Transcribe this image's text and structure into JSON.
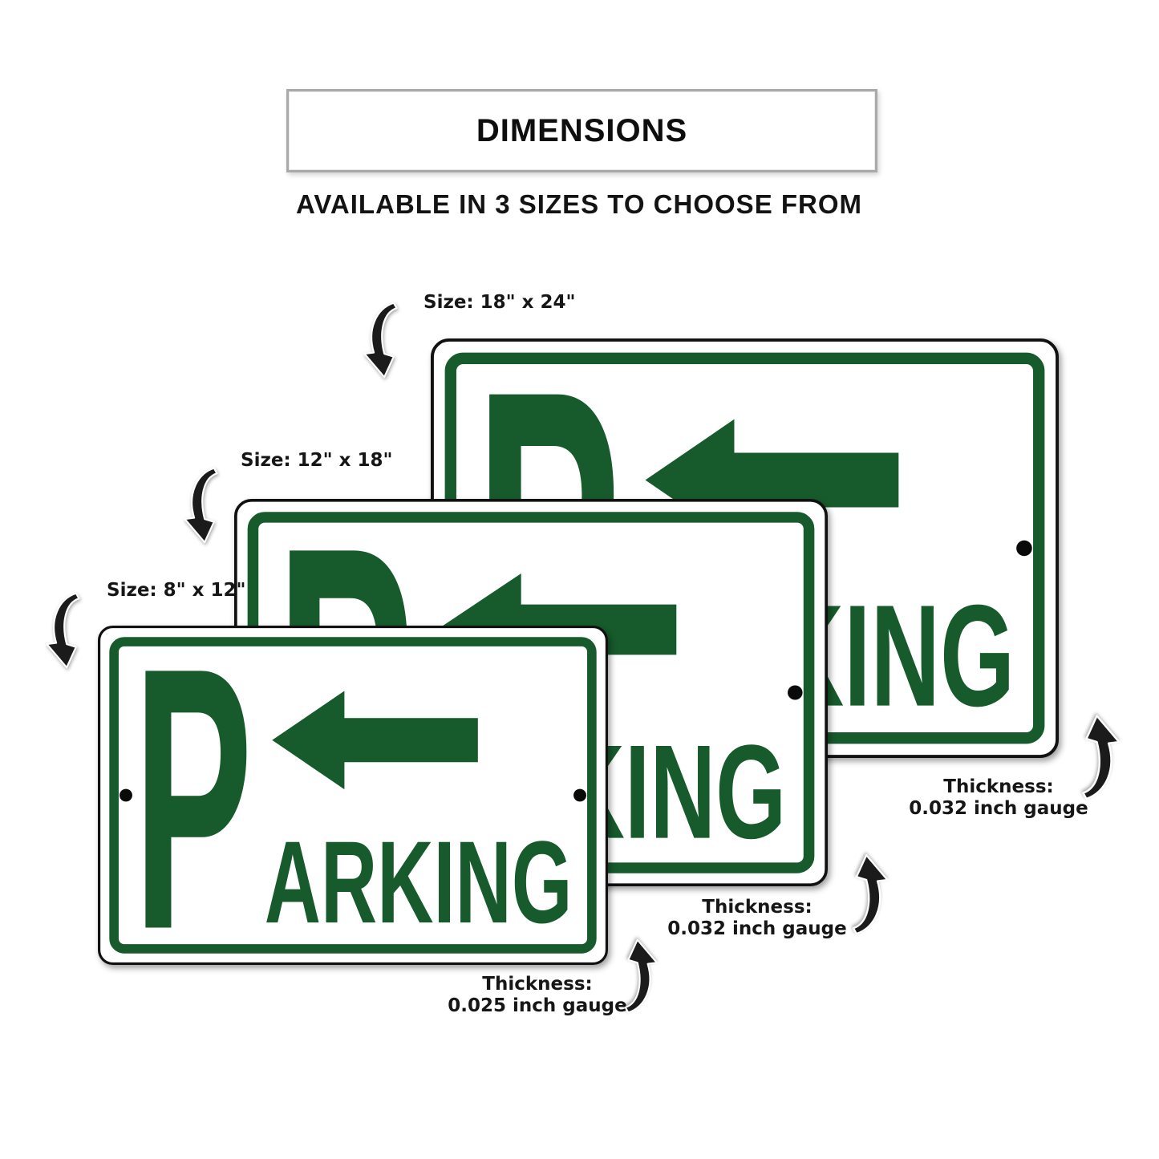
{
  "header": {
    "title": "DIMENSIONS",
    "subtitle": "AVAILABLE IN 3 SIZES TO CHOOSE FROM"
  },
  "sign_artwork": {
    "word": "PARKING",
    "big_letter": "P",
    "word_rest": "ARKING",
    "arrow_direction": "left",
    "colors": {
      "green": "#175B2C",
      "face": "#ffffff",
      "edge": "#111111",
      "hole": "#0a0a0a"
    }
  },
  "signs": [
    {
      "name": "large",
      "size_label": "Size: 18\" x 24\"",
      "thickness_title": "Thickness:",
      "thickness_value": "0.032 inch gauge"
    },
    {
      "name": "medium",
      "size_label": "Size: 12\" x 18\"",
      "thickness_title": "Thickness:",
      "thickness_value": "0.032 inch gauge"
    },
    {
      "name": "small",
      "size_label": "Size: 8\" x 12\"",
      "thickness_title": "Thickness:",
      "thickness_value": "0.025 inch gauge"
    }
  ]
}
